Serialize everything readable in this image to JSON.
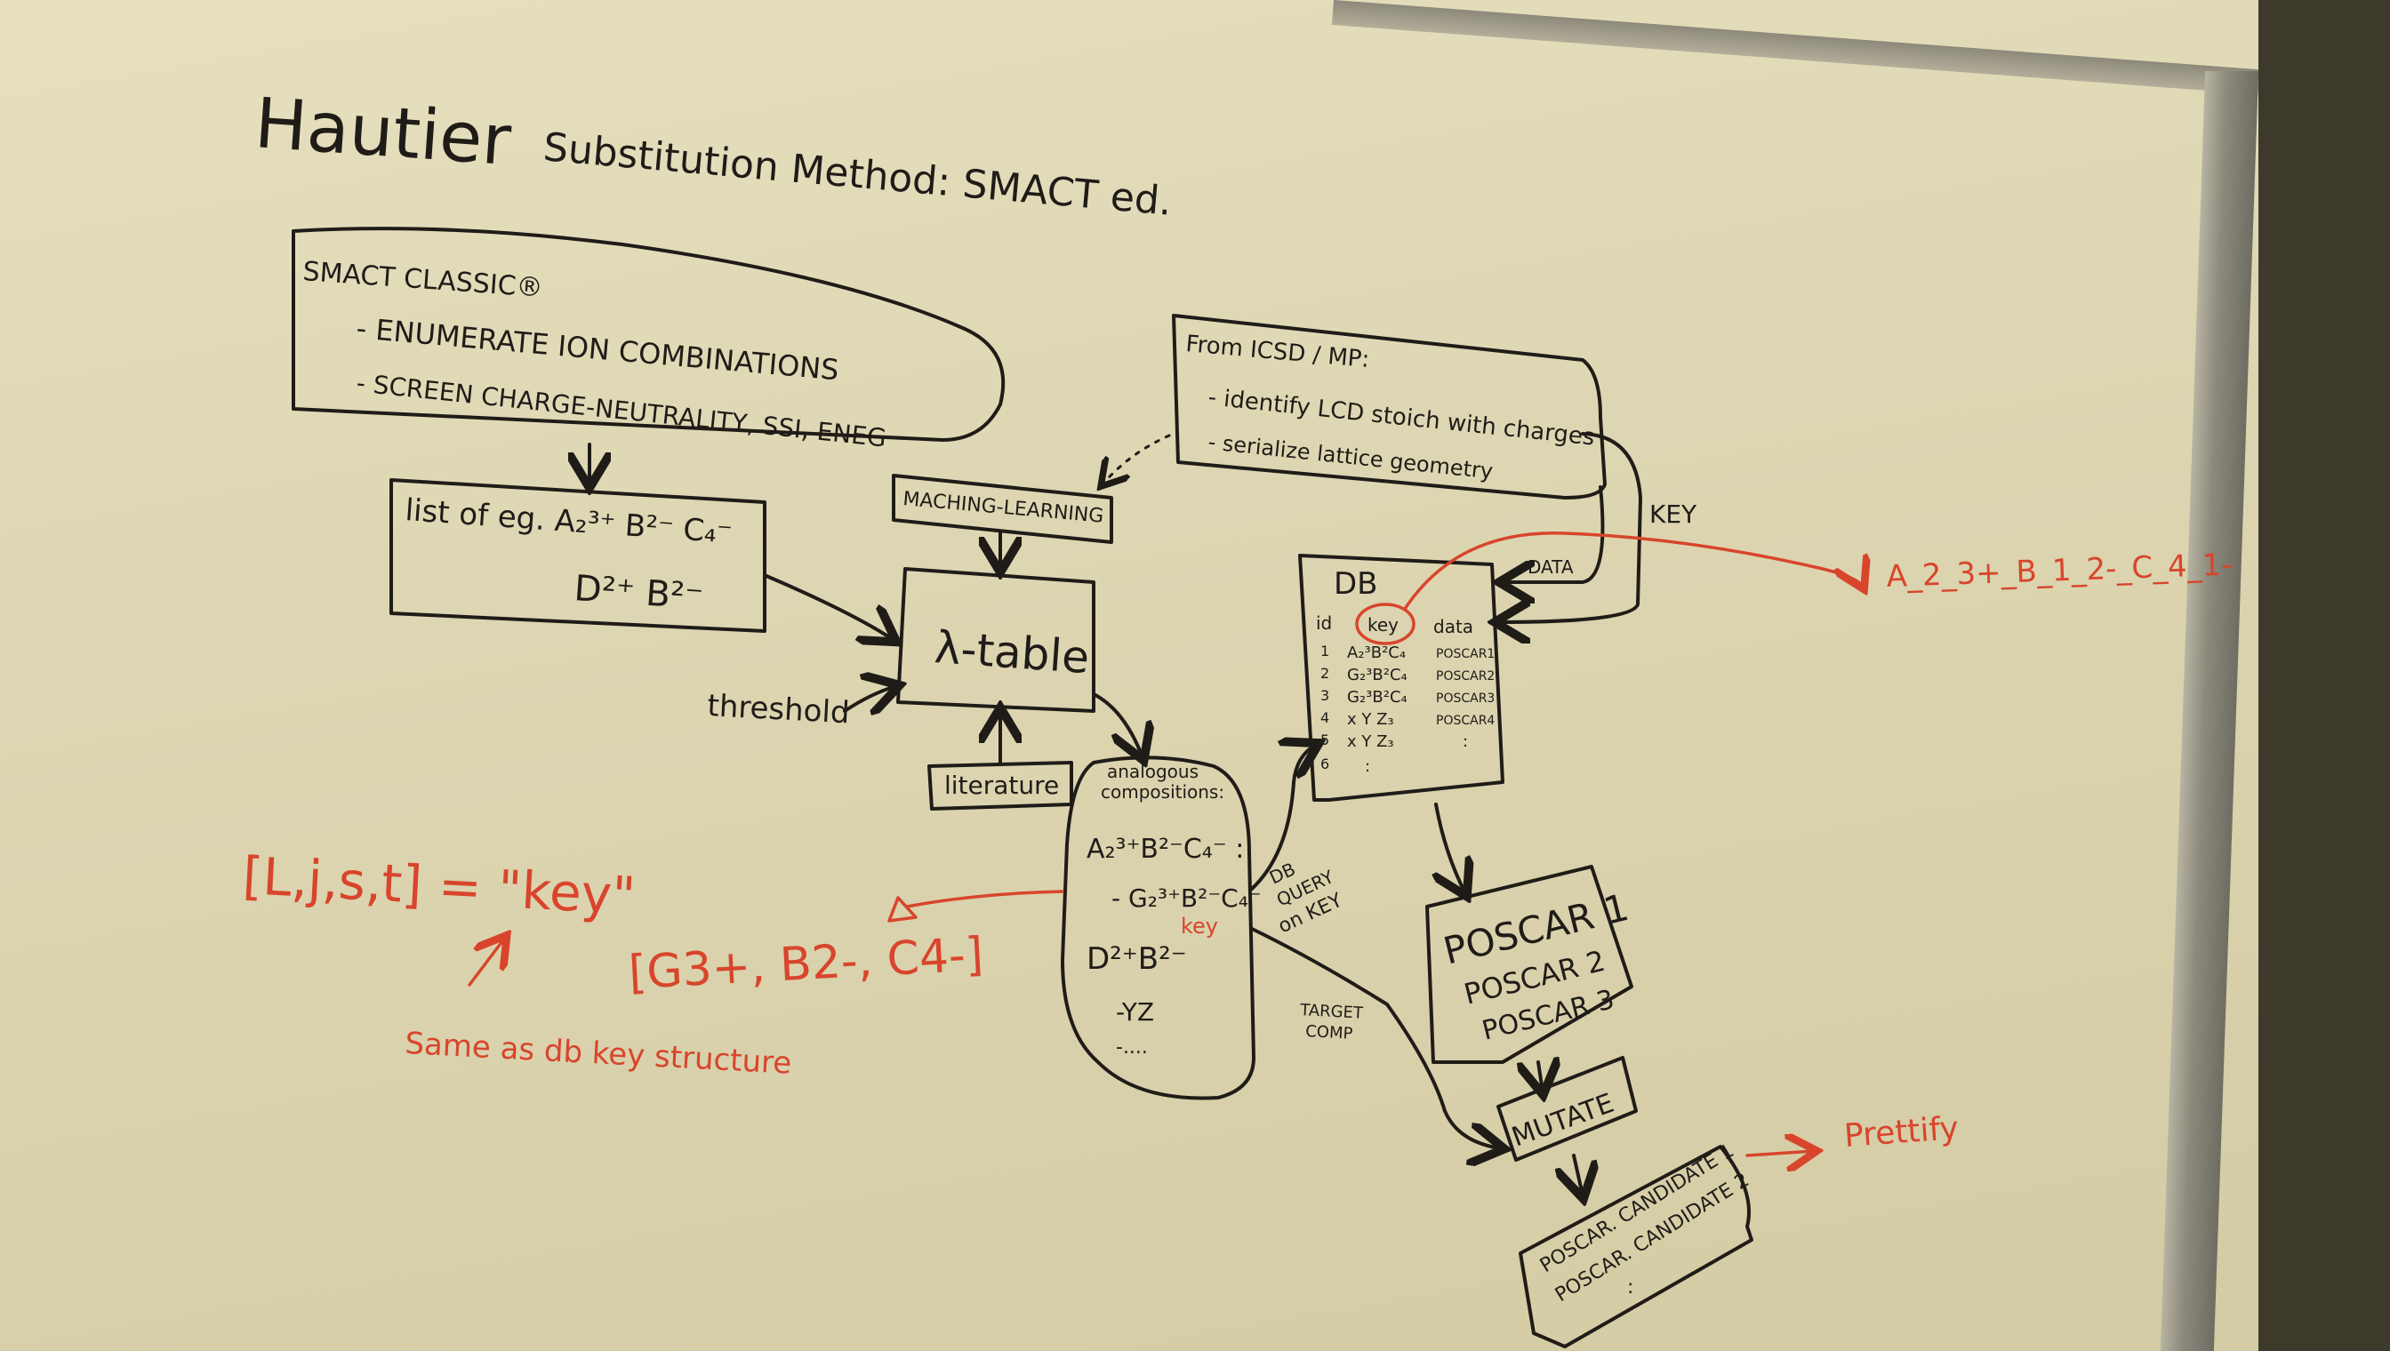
{
  "title": {
    "name": "Hautier",
    "rest": "Substitution Method: SMACT ed."
  },
  "smact_box": {
    "heading": "SMACT CLASSIC®",
    "line1": "- ENUMERATE ION COMBINATIONS",
    "line2": "- SCREEN CHARGE-NEUTRALITY, SSI, ENEG"
  },
  "list_box": {
    "line1": "list of eg. A₂³⁺ B²⁻ C₄⁻",
    "line2": "D²⁺ B²⁻"
  },
  "ml_box": {
    "label": "MACHING-LEARNING"
  },
  "lambda_box": {
    "label": "λ-table"
  },
  "threshold": "threshold",
  "literature_box": {
    "label": "literature"
  },
  "source_box": {
    "heading": "From ICSD / MP:",
    "line1": "- identify LCD stoich with charges",
    "line2": "- serialize lattice geometry"
  },
  "key_label": "KEY",
  "data_label": "DATA",
  "db_box": {
    "title": "DB",
    "headers": [
      "id",
      "key",
      "data"
    ],
    "rows": [
      {
        "id": "1",
        "key": "A₂³B²C₄",
        "data": "POSCAR1"
      },
      {
        "id": "2",
        "key": "G₂³B²C₄",
        "data": "POSCAR2"
      },
      {
        "id": "3",
        "key": "G₂³B²C₄",
        "data": "POSCAR3"
      },
      {
        "id": "4",
        "key": "x Y Z₃",
        "data": "POSCAR4"
      },
      {
        "id": "5",
        "key": "x Y Z₃",
        "data": ":"
      },
      {
        "id": "6",
        "key": ":",
        "data": ""
      }
    ]
  },
  "analogous_box": {
    "heading1": "analogous",
    "heading2": "compositions:",
    "line1": "A₂³⁺B²⁻C₄⁻ :",
    "line2": "- G₂³⁺B²⁻C₄⁻",
    "key_note": "key",
    "line3": "D²⁺B²⁻",
    "line4": "-YZ",
    "line5": "-...."
  },
  "db_query": [
    "DB",
    "QUERY",
    "on KEY"
  ],
  "target_comp": [
    "TARGET",
    "COMP"
  ],
  "poscar_box": {
    "line1": "POSCAR 1",
    "line2": "POSCAR 2",
    "line3": "POSCAR 3"
  },
  "mutate_box": {
    "label": "MUTATE"
  },
  "candidate_box": {
    "line1": "POSCAR. CANDIDATE 1",
    "line2": "POSCAR. CANDIDATE 2",
    "line3": ":"
  },
  "red_notes": {
    "key_string": "A_2_3+_B_1_2-_C_4_1-",
    "key_format": "[L,j,s,t] = \"key\"",
    "same_as": "Same as db key structure",
    "example_list": "[G3+, B2-, C4-]",
    "prettify": "Prettify"
  },
  "colors": {
    "board": "#e0d9b7",
    "ink": "#1f1c18",
    "red_marker": "#d8452c"
  }
}
